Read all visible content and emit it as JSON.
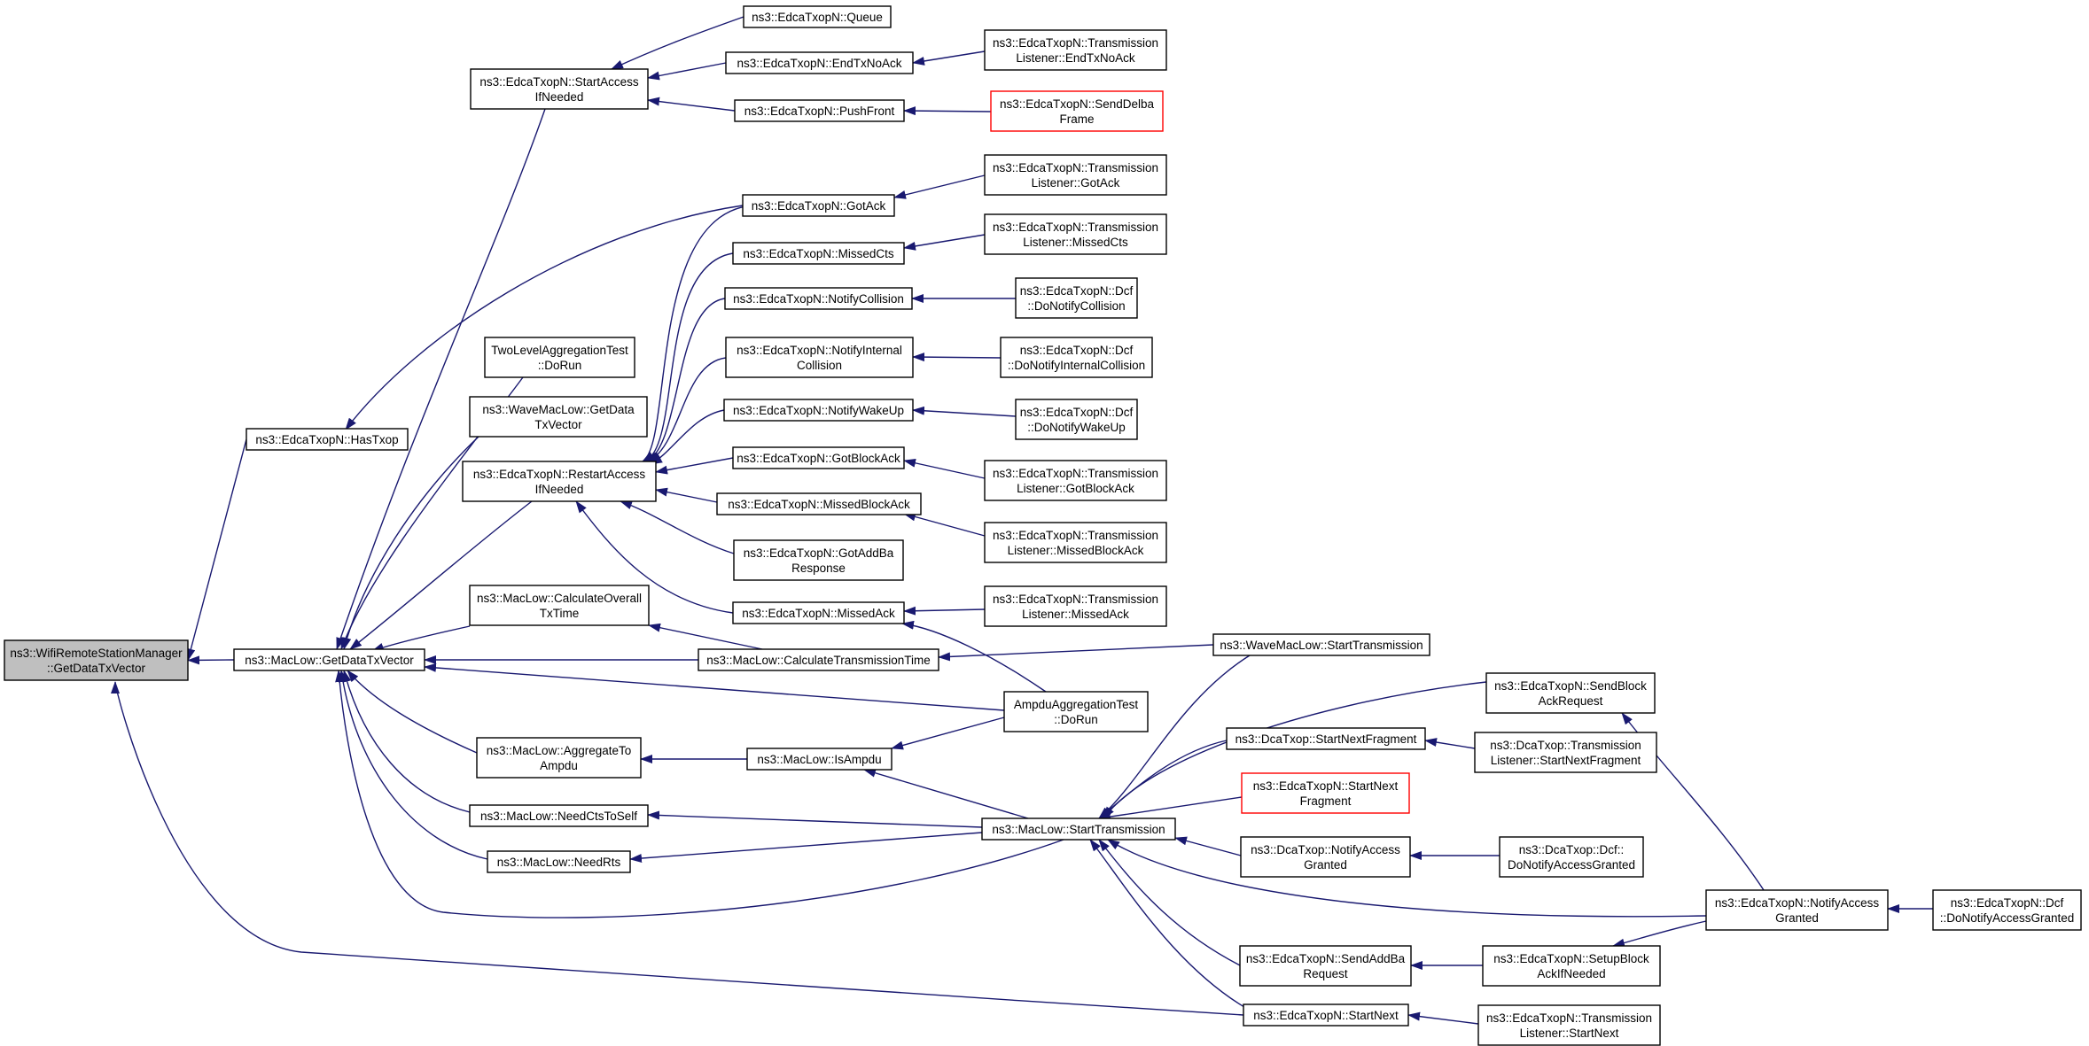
{
  "colors": {
    "edge": "#191970",
    "node_border": "#000000",
    "node_fill": "#ffffff",
    "focus_fill": "#bfbfbf",
    "truncated_border": "#ff0000"
  },
  "nodes": [
    {
      "id": "wrsm",
      "lines": [
        "ns3::WifiRemoteStationManager",
        "::GetDataTxVector"
      ],
      "style": "highlight"
    },
    {
      "id": "getdatatx",
      "lines": [
        "ns3::MacLow::GetDataTxVector"
      ]
    },
    {
      "id": "hastxop",
      "lines": [
        "ns3::EdcaTxopN::HasTxop"
      ]
    },
    {
      "id": "startaccess",
      "lines": [
        "ns3::EdcaTxopN::StartAccess",
        "IfNeeded"
      ]
    },
    {
      "id": "queue",
      "lines": [
        "ns3::EdcaTxopN::Queue"
      ]
    },
    {
      "id": "endtxnoack",
      "lines": [
        "ns3::EdcaTxopN::EndTxNoAck"
      ]
    },
    {
      "id": "pushfront",
      "lines": [
        "ns3::EdcaTxopN::PushFront"
      ]
    },
    {
      "id": "tl_endtxnoack",
      "lines": [
        "ns3::EdcaTxopN::Transmission",
        "Listener::EndTxNoAck"
      ]
    },
    {
      "id": "senddelba",
      "lines": [
        "ns3::EdcaTxopN::SendDelba",
        "Frame"
      ],
      "style": "red"
    },
    {
      "id": "gotack",
      "lines": [
        "ns3::EdcaTxopN::GotAck"
      ]
    },
    {
      "id": "tl_gotack",
      "lines": [
        "ns3::EdcaTxopN::Transmission",
        "Listener::GotAck"
      ]
    },
    {
      "id": "missedcts",
      "lines": [
        "ns3::EdcaTxopN::MissedCts"
      ]
    },
    {
      "id": "tl_missedcts",
      "lines": [
        "ns3::EdcaTxopN::Transmission",
        "Listener::MissedCts"
      ]
    },
    {
      "id": "notifycoll",
      "lines": [
        "ns3::EdcaTxopN::NotifyCollision"
      ]
    },
    {
      "id": "dcf_donotifycoll",
      "lines": [
        "ns3::EdcaTxopN::Dcf",
        "::DoNotifyCollision"
      ]
    },
    {
      "id": "notifyintcoll",
      "lines": [
        "ns3::EdcaTxopN::NotifyInternal",
        "Collision"
      ]
    },
    {
      "id": "dcf_donotifyintcoll",
      "lines": [
        "ns3::EdcaTxopN::Dcf",
        "::DoNotifyInternalCollision"
      ]
    },
    {
      "id": "twolevel",
      "lines": [
        "TwoLevelAggregationTest",
        "::DoRun"
      ]
    },
    {
      "id": "notifywakeup",
      "lines": [
        "ns3::EdcaTxopN::NotifyWakeUp"
      ]
    },
    {
      "id": "dcf_donotifywakeup",
      "lines": [
        "ns3::EdcaTxopN::Dcf",
        "::DoNotifyWakeUp"
      ]
    },
    {
      "id": "wavegetdata",
      "lines": [
        "ns3::WaveMacLow::GetData",
        "TxVector"
      ]
    },
    {
      "id": "restartaccess",
      "lines": [
        "ns3::EdcaTxopN::RestartAccess",
        "IfNeeded"
      ]
    },
    {
      "id": "gotblockack",
      "lines": [
        "ns3::EdcaTxopN::GotBlockAck"
      ]
    },
    {
      "id": "tl_gotblockack",
      "lines": [
        "ns3::EdcaTxopN::Transmission",
        "Listener::GotBlockAck"
      ]
    },
    {
      "id": "missedblockack",
      "lines": [
        "ns3::EdcaTxopN::MissedBlockAck"
      ]
    },
    {
      "id": "tl_missedblockack",
      "lines": [
        "ns3::EdcaTxopN::Transmission",
        "Listener::MissedBlockAck"
      ]
    },
    {
      "id": "gotaddba",
      "lines": [
        "ns3::EdcaTxopN::GotAddBa",
        "Response"
      ]
    },
    {
      "id": "calcoverall",
      "lines": [
        "ns3::MacLow::CalculateOverall",
        "TxTime"
      ]
    },
    {
      "id": "missedack",
      "lines": [
        "ns3::EdcaTxopN::MissedAck"
      ]
    },
    {
      "id": "tl_missedack",
      "lines": [
        "ns3::EdcaTxopN::Transmission",
        "Listener::MissedAck"
      ]
    },
    {
      "id": "calctrans",
      "lines": [
        "ns3::MacLow::CalculateTransmissionTime"
      ]
    },
    {
      "id": "wavestarttrans",
      "lines": [
        "ns3::WaveMacLow::StartTransmission"
      ]
    },
    {
      "id": "ampdutest",
      "lines": [
        "AmpduAggregationTest",
        "::DoRun"
      ]
    },
    {
      "id": "sendblockackreq",
      "lines": [
        "ns3::EdcaTxopN::SendBlock",
        "AckRequest"
      ]
    },
    {
      "id": "aggregateto",
      "lines": [
        "ns3::MacLow::AggregateTo",
        "Ampdu"
      ]
    },
    {
      "id": "isampdu",
      "lines": [
        "ns3::MacLow::IsAmpdu"
      ]
    },
    {
      "id": "dca_startnextfrag",
      "lines": [
        "ns3::DcaTxop::StartNextFragment"
      ]
    },
    {
      "id": "dca_tl_startnextfrag",
      "lines": [
        "ns3::DcaTxop::Transmission",
        "Listener::StartNextFragment"
      ]
    },
    {
      "id": "edca_startnextfrag",
      "lines": [
        "ns3::EdcaTxopN::StartNext",
        "Fragment"
      ],
      "style": "red"
    },
    {
      "id": "needctstoself",
      "lines": [
        "ns3::MacLow::NeedCtsToSelf"
      ]
    },
    {
      "id": "starttrans",
      "lines": [
        "ns3::MacLow::StartTransmission"
      ]
    },
    {
      "id": "needrts",
      "lines": [
        "ns3::MacLow::NeedRts"
      ]
    },
    {
      "id": "dca_notifyaccess",
      "lines": [
        "ns3::DcaTxop::NotifyAccess",
        "Granted"
      ]
    },
    {
      "id": "dca_dcf_donotify",
      "lines": [
        "ns3::DcaTxop::Dcf::",
        "DoNotifyAccessGranted"
      ]
    },
    {
      "id": "edca_notifyaccess",
      "lines": [
        "ns3::EdcaTxopN::NotifyAccess",
        "Granted"
      ]
    },
    {
      "id": "edca_dcf_donotify",
      "lines": [
        "ns3::EdcaTxopN::Dcf",
        "::DoNotifyAccessGranted"
      ]
    },
    {
      "id": "sendaddba",
      "lines": [
        "ns3::EdcaTxopN::SendAddBa",
        "Request"
      ]
    },
    {
      "id": "setupblockack",
      "lines": [
        "ns3::EdcaTxopN::SetupBlock",
        "AckIfNeeded"
      ]
    },
    {
      "id": "startnext",
      "lines": [
        "ns3::EdcaTxopN::StartNext"
      ]
    },
    {
      "id": "tl_startnext",
      "lines": [
        "ns3::EdcaTxopN::Transmission",
        "Listener::StartNext"
      ]
    }
  ]
}
